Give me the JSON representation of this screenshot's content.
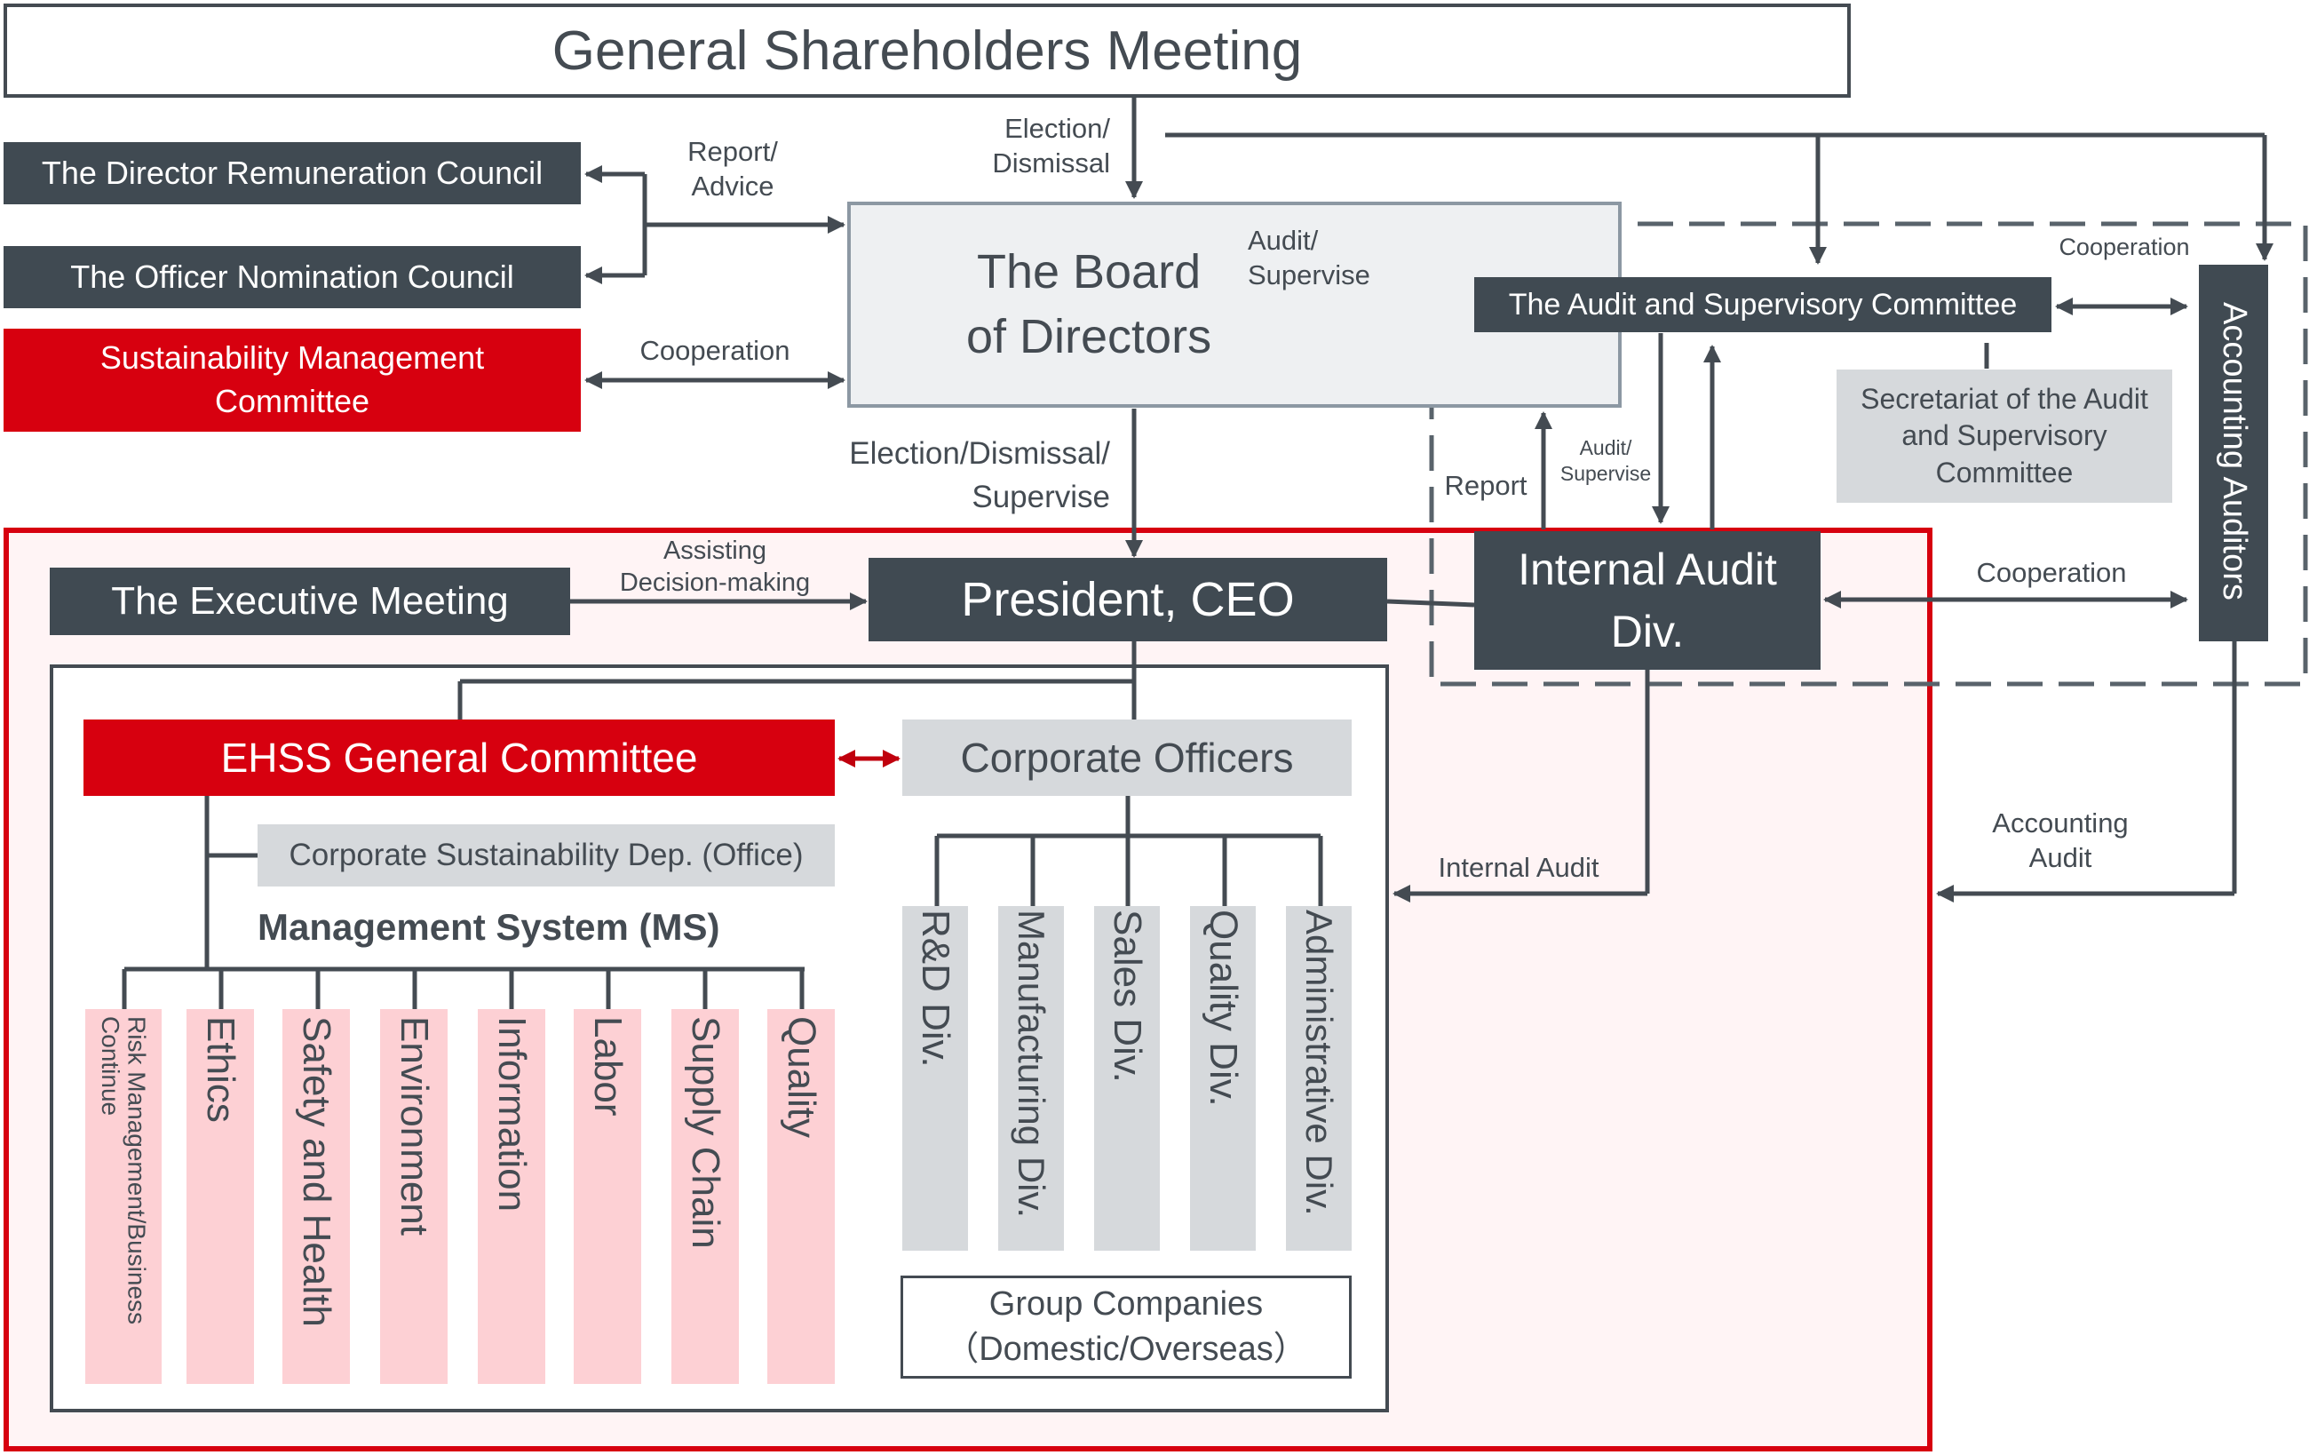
{
  "title": "General Shareholders Meeting",
  "board": "The Board\nof Directors",
  "remuneration_council": "The Director Remuneration Council",
  "nomination_council": "The Officer Nomination Council",
  "sustainability_committee": "Sustainability Management\nCommittee",
  "audit_committee": "The Audit and Supervisory Committee",
  "secretariat": "Secretariat of the Audit\nand Supervisory\nCommittee",
  "accounting_auditors": "Accounting Auditors",
  "executive_meeting": "The Executive Meeting",
  "president": "President, CEO",
  "internal_audit_div": "Internal Audit\nDiv.",
  "ehss_committee": "EHSS General Committee",
  "corporate_officers": "Corporate Officers",
  "sustainability_dep": "Corporate Sustainability Dep. (Office)",
  "ms_heading": "Management System (MS)",
  "ms_items": [
    "Risk Management/Business\nContinue",
    "Ethics",
    "Safety and Health",
    "Environment",
    "Information",
    "Labor",
    "Supply Chain",
    "Quality"
  ],
  "divisions": [
    "R&D Div.",
    "Manufacturing Div.",
    "Sales Div.",
    "Quality Div.",
    "Administrative Div."
  ],
  "group_companies": "Group Companies\n（Domestic/Overseas）",
  "labels": {
    "election_dismissal": "Election/\nDismissal",
    "report_advice": "Report/\nAdvice",
    "cooperation_sust": "Cooperation",
    "audit_supervise_board": "Audit/\nSupervise",
    "cooperation_top": "Cooperation",
    "election_dismissal_supervise": "Election/Dismissal/\nSupervise",
    "assisting": "Assisting\nDecision-making",
    "report": "Report",
    "audit_supervise_small": "Audit/\nSupervise",
    "cooperation_ia": "Cooperation",
    "internal_audit": "Internal Audit",
    "accounting_audit": "Accounting\nAudit"
  },
  "colors": {
    "dark": "#404a52",
    "red": "#d7000f",
    "light_gray": "#d6d9dc",
    "pink": "#fdd0d4",
    "region_bg": "#fff4f5",
    "line": "#444b52",
    "arrow_red": "#c0000d"
  }
}
